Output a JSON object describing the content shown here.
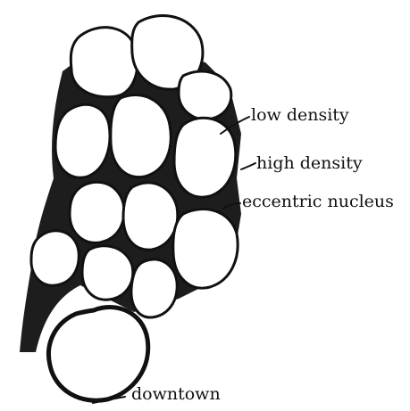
{
  "labels": {
    "low_density": "low density",
    "high_density": "high density",
    "eccentric_nucleus": "eccentric nucleus",
    "downtown": "downtown"
  },
  "colors": {
    "ink": "#111111",
    "paper": "#ffffff"
  }
}
